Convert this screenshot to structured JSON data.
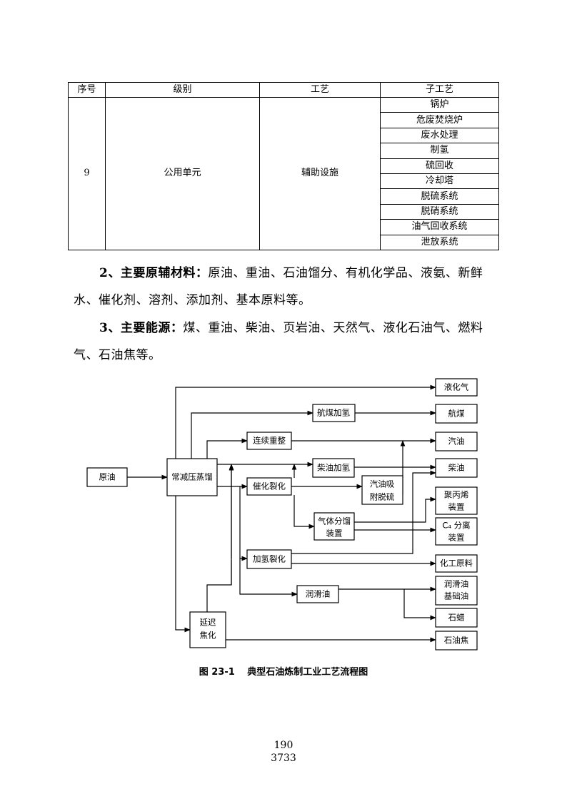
{
  "table": {
    "headers": [
      "序号",
      "级别",
      "工艺",
      "子工艺"
    ],
    "row": {
      "index": "9",
      "level": "公用单元",
      "process": "辅助设施",
      "subprocesses": [
        "锅炉",
        "危废焚烧炉",
        "废水处理",
        "制氢",
        "硫回收",
        "冷却塔",
        "脱硫系统",
        "脱硝系统",
        "油气回收系统",
        "泄放系统"
      ]
    }
  },
  "paragraphs": {
    "materials": {
      "label": "2、主要原辅材料：",
      "text": "原油、重油、石油馏分、有机化学品、液氨、新鲜水、催化剂、溶剂、添加剂、基本原料等。"
    },
    "energy": {
      "label": "3、主要能源：",
      "text": "煤、重油、柴油、页岩油、天然气、液化石油气、燃料气、石油焦等。"
    }
  },
  "diagram": {
    "nodes": {
      "crude": "原油",
      "distill": "常减压蒸馏",
      "jet_hydro": "航煤加氢",
      "reform": "连续重整",
      "diesel_hydro": "柴油加氢",
      "fcc": "催化裂化",
      "gas_desulf_1": "汽油吸",
      "gas_desulf_2": "附脱硫",
      "gas_frac_1": "气体分馏",
      "gas_frac_2": "装置",
      "hydrocrack": "加氢裂化",
      "lube": "润滑油",
      "coking_1": "延迟",
      "coking_2": "焦化",
      "lpg": "液化气",
      "jet": "航煤",
      "gasoline": "汽油",
      "diesel": "柴油",
      "pp_1": "聚丙烯",
      "pp_2": "装置",
      "c4_1": "C₄ 分离",
      "c4_2": "装置",
      "chem": "化工原料",
      "lube_base_1": "润滑油",
      "lube_base_2": "基础油",
      "wax": "石蜡",
      "coke": "石油焦"
    },
    "caption": "图 23-1　 典型石油炼制工业工艺流程图"
  },
  "footer": {
    "page": "190",
    "serial": "3733"
  }
}
